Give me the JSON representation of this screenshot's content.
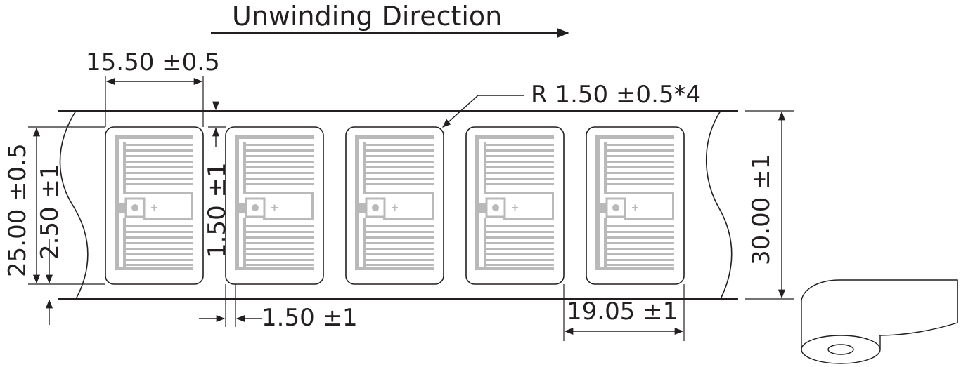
{
  "title": "Unwinding Direction",
  "dimensions": {
    "label_width": "15.50 ±0.5",
    "corner_radius": "R 1.50 ±0.5*4",
    "label_height": "25.00 ±0.5",
    "top_margin": "2.50 ±1",
    "gap_vertical": "1.50 ±1",
    "gap_horizontal": "1.50 ±1",
    "pitch": "19.05 ±1",
    "web_width": "30.00 ±1"
  },
  "label_count": 5,
  "colors": {
    "line": "#231f20",
    "antenna": "#b9b9b9",
    "background": "#ffffff"
  }
}
